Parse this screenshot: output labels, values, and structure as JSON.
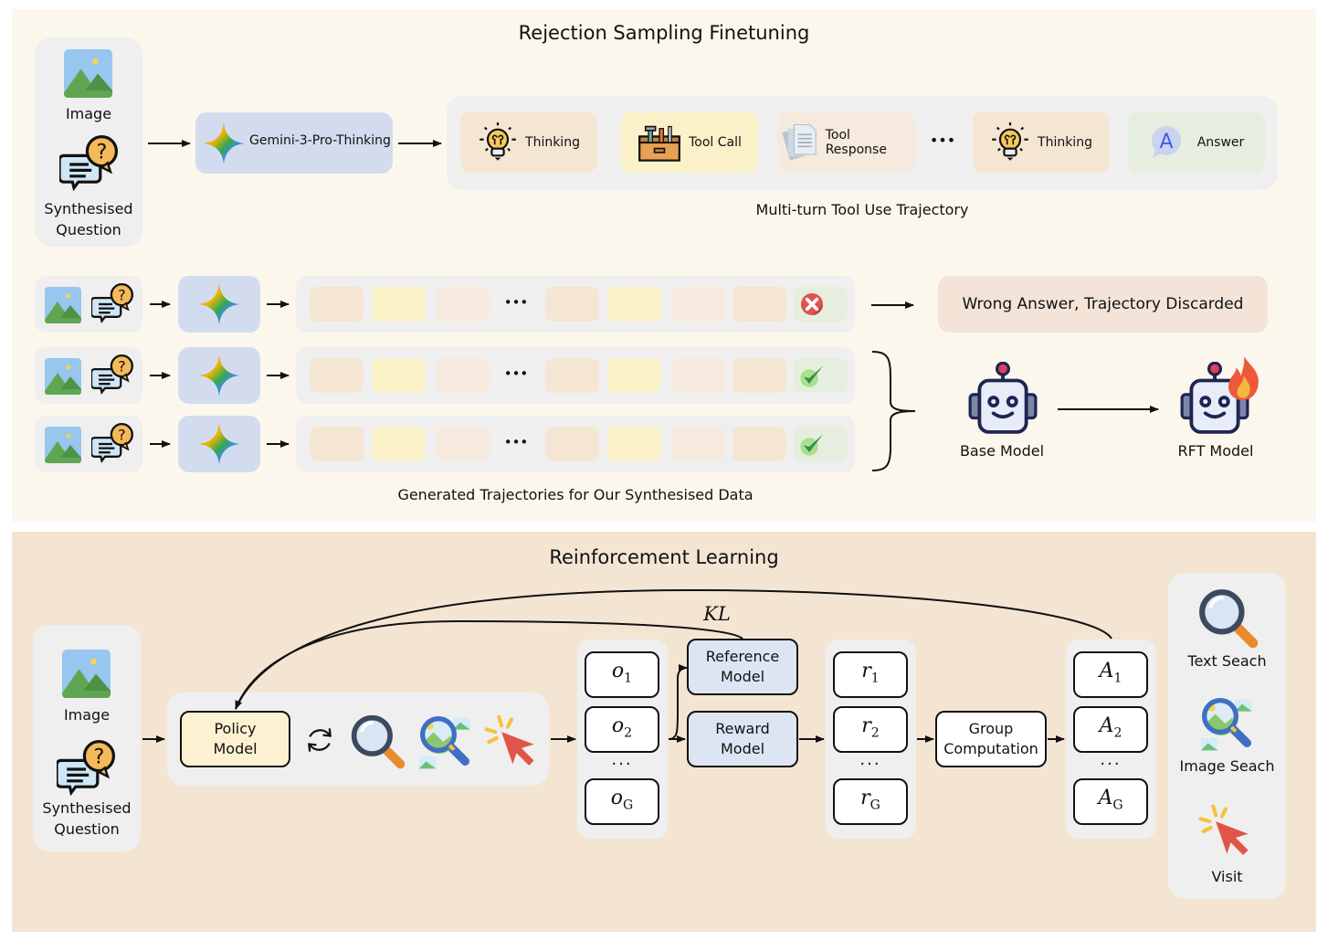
{
  "rft": {
    "title": "Rejection Sampling Finetuning",
    "input": {
      "image_label": "Image",
      "question_label_1": "Synthesised",
      "question_label_2": "Question"
    },
    "generator": {
      "label": "Gemini-3-Pro-Thinking",
      "icon": "gemini-sparkle-icon"
    },
    "trajectory": {
      "caption": "Multi-turn Tool Use Trajectory",
      "steps": [
        {
          "label": "Thinking",
          "icon": "lightbulb-icon",
          "kind": "thinking"
        },
        {
          "label": "Tool Call",
          "icon": "toolbox-icon",
          "kind": "tool"
        },
        {
          "label": "Tool Response",
          "icon": "documents-icon",
          "kind": "response"
        },
        {
          "label": "•••",
          "icon": "",
          "kind": "ellipsis"
        },
        {
          "label": "Thinking",
          "icon": "lightbulb-icon",
          "kind": "thinking"
        },
        {
          "label": "Answer",
          "icon": "answer-bubble-icon",
          "kind": "answer"
        }
      ],
      "answer_glyph": "A"
    },
    "generated": {
      "caption": "Generated Trajectories for Our Synthesised Data",
      "ellipsis": "•••",
      "rows": [
        {
          "result": "wrong",
          "icon": "cross-circle-icon"
        },
        {
          "result": "correct",
          "icon": "check-icon"
        },
        {
          "result": "correct",
          "icon": "check-icon"
        }
      ]
    },
    "discard_label": "Wrong Answer, Trajectory Discarded",
    "base_model_label": "Base Model",
    "rft_model_label": "RFT Model"
  },
  "rl": {
    "title": "Reinforcement Learning",
    "input": {
      "image_label": "Image",
      "question_label_1": "Synthesised",
      "question_label_2": "Question"
    },
    "policy": {
      "line1": "Policy",
      "line2": "Model"
    },
    "reference": {
      "line1": "Reference",
      "line2": "Model"
    },
    "reward": {
      "line1": "Reward",
      "line2": "Model"
    },
    "group": {
      "line1": "Group",
      "line2": "Computation"
    },
    "kl_label": "KL",
    "outputs": {
      "sym": "o",
      "subs": [
        "1",
        "2",
        "G"
      ]
    },
    "rewards": {
      "sym": "r",
      "subs": [
        "1",
        "2",
        "G"
      ]
    },
    "advantages": {
      "sym": "A",
      "subs": [
        "1",
        "2",
        "G"
      ]
    },
    "vdots": "···",
    "tools": [
      {
        "label": "Text Seach",
        "icon": "magnifier-icon"
      },
      {
        "label": "Image Seach",
        "icon": "image-search-icon"
      },
      {
        "label": "Visit",
        "icon": "click-cursor-icon"
      }
    ]
  }
}
